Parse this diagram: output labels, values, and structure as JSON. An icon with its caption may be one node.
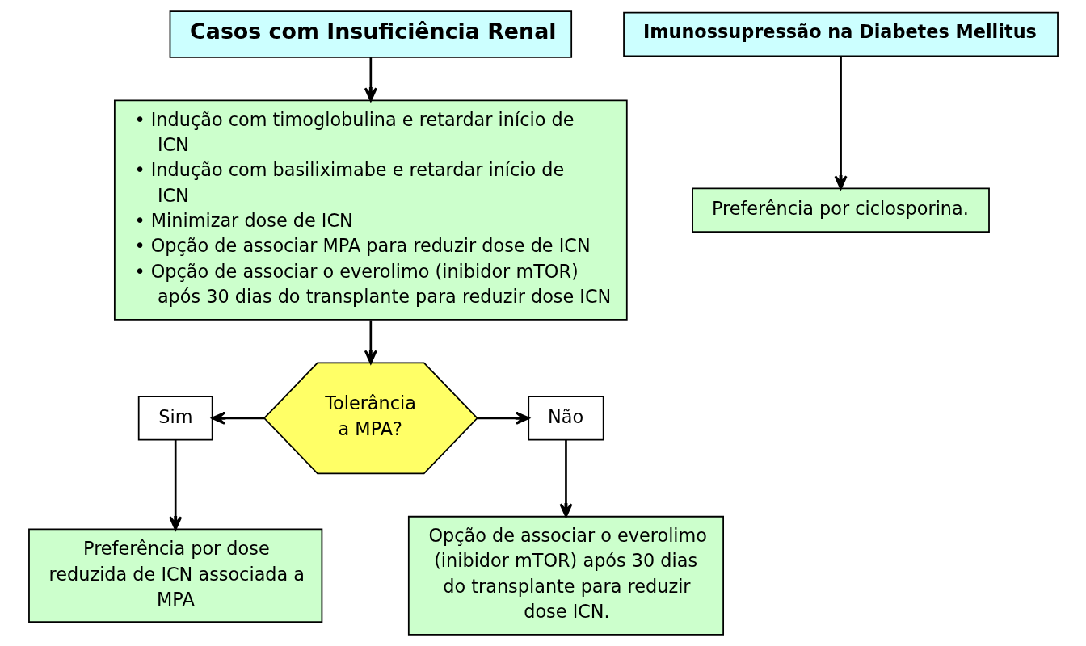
{
  "diagram": {
    "nodes": [
      {
        "text": [
          "Casos com Insuficiência Renal"
        ]
      },
      {
        "text": [
          "• Indução com timoglobulina e retardar início de ICN",
          "• Indução com basiliximabe e retardar início de ICN",
          "• Minimizar dose de ICN",
          "• Opção de associar MPA para reduzir dose de ICN",
          "• Opção de associar o everolimo (inibidor mTOR) após 30 dias do transplante para reduzir dose ICN"
        ]
      },
      {
        "text": [
          "Tolerância a MPA?"
        ]
      },
      {
        "text": [
          "Sim"
        ]
      },
      {
        "text": [
          "Não"
        ]
      },
      {
        "text": [
          "Preferência por dose reduzida de ICN associada a MPA"
        ]
      },
      {
        "text": [
          "Opção de associar o everolimo (inibidor mTOR) após 30 dias do transplante para reduzir dose ICN."
        ]
      },
      {
        "text": [
          "Imunossupressão na Diabetes Mellitus"
        ]
      },
      {
        "text": [
          "Preferência por ciclosporina."
        ]
      }
    ],
    "edges": [
      {
        "from": 0,
        "to": 1,
        "arrow": "to"
      },
      {
        "from": 1,
        "to": 2,
        "arrow": "to"
      },
      {
        "from": 2,
        "to": 3,
        "arrow": "to"
      },
      {
        "from": 2,
        "to": 4,
        "arrow": "to"
      },
      {
        "from": 3,
        "to": 5,
        "arrow": "to"
      },
      {
        "from": 4,
        "to": 6,
        "arrow": "to"
      },
      {
        "from": 7,
        "to": 8,
        "arrow": "to"
      }
    ]
  }
}
